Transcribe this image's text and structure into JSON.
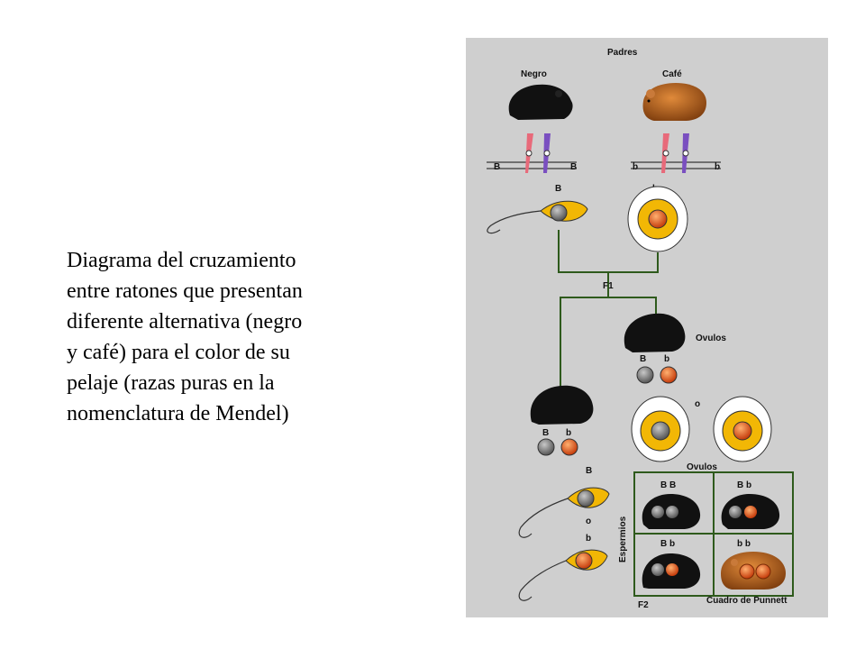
{
  "caption": {
    "lines": [
      "Diagrama del cruzamiento",
      "entre ratones que presentan",
      "diferente alternativa (negro",
      "y café) para el color de su",
      "pelaje (razas puras en la",
      "nomenclatura  de Mendel)"
    ]
  },
  "diagram": {
    "parents_label": "Padres",
    "black_label": "Negro",
    "brown_label": "Café",
    "allele_B": "B",
    "allele_b": "b",
    "f1_label": "F1",
    "f2_label": "F2",
    "ovules_label": "Ovulos",
    "or_label": "o",
    "sperm_label": "Espermios",
    "punnett_label": "Cuadro de Punnett",
    "punnett": [
      {
        "genotype": "B B",
        "phenotype": "negro"
      },
      {
        "genotype": "B b",
        "phenotype": "negro"
      },
      {
        "genotype": "B b",
        "phenotype": "negro"
      },
      {
        "genotype": "b b",
        "phenotype": "café"
      }
    ],
    "colors": {
      "panel_bg": "#cfcfcf",
      "line_green": "#2e5a1c",
      "black_mouse": "#111111",
      "brown_mouse": "#b5601a",
      "egg_yellow": "#f2b705",
      "allele_gray": "#7a7a7a",
      "allele_orange": "#e8501a"
    }
  }
}
